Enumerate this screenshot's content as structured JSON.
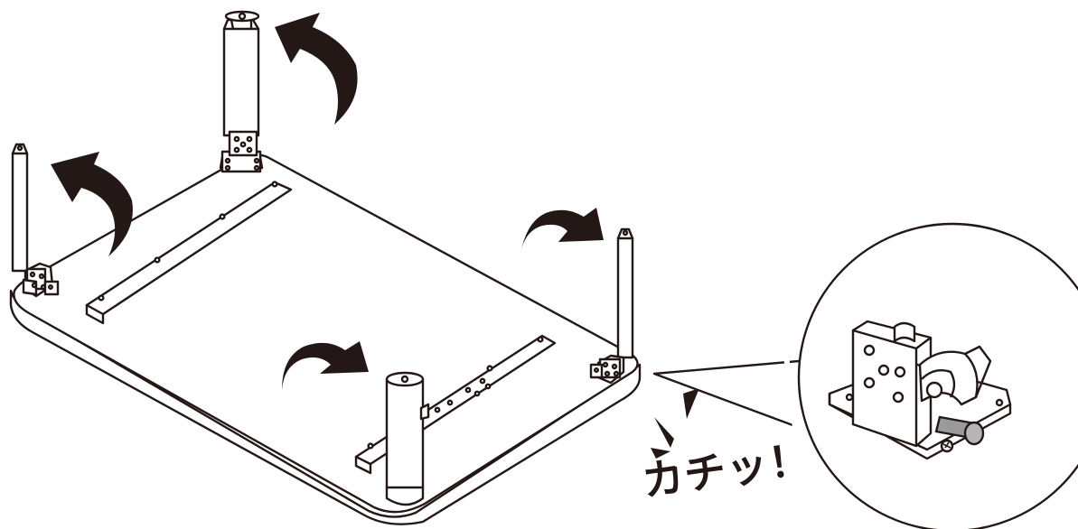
{
  "caption": {
    "sound_text": "カチッ！"
  },
  "colors": {
    "line": "#231815",
    "fill": "#ffffff",
    "arrow": "#231815",
    "pin": "#9a9a9a"
  },
  "parts": {
    "table_top": "table-top",
    "legs": [
      "back-leg",
      "left-leg",
      "right-leg",
      "front-leg"
    ],
    "rails": [
      "rail-upper",
      "rail-lower"
    ],
    "arrows": [
      "arrow-back-leg",
      "arrow-left-leg",
      "arrow-right-leg",
      "arrow-front-leg"
    ],
    "zoom": "hinge-detail-zoom"
  }
}
